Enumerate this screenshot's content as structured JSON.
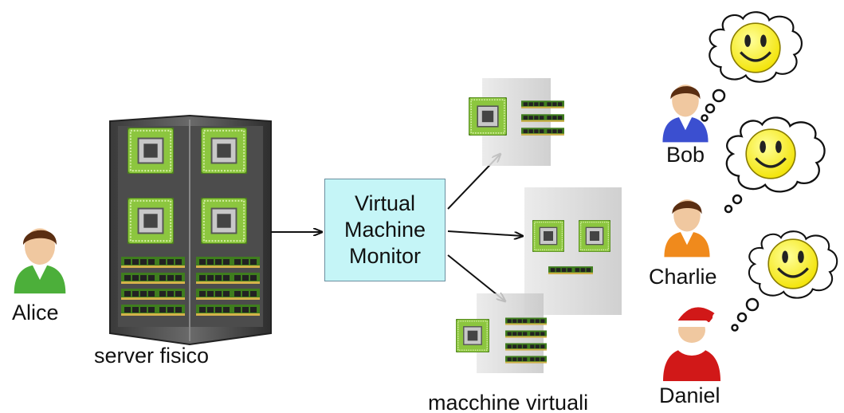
{
  "labels": {
    "alice": "Alice",
    "server": "server fisico",
    "vmm_line1": "Virtual",
    "vmm_line2": "Machine",
    "vmm_line3": "Monitor",
    "vms": "macchine virtuali",
    "bob": "Bob",
    "charlie": "Charlie",
    "daniel": "Daniel"
  },
  "icons": {
    "server": "rack-server-icon",
    "vm": "tower-server-icon",
    "cpu": "cpu-chip-icon",
    "ram": "ram-module-icon",
    "user": "user-avatar-icon",
    "thought": "thought-bubble-icon",
    "smiley": "smiley-face-icon"
  },
  "colors": {
    "vmm_fill": "#c5f5f7",
    "chip_green": "#6fb83a",
    "smiley_yellow": "#fff200",
    "alice_shirt": "#4caf3a",
    "bob_shirt": "#3b4fd0",
    "charlie_shirt": "#f08a1c",
    "daniel_suit": "#d11818"
  }
}
